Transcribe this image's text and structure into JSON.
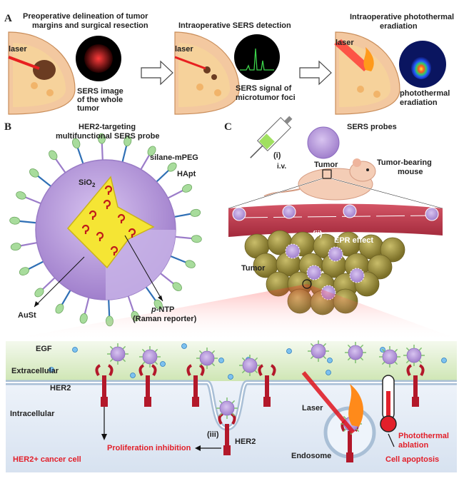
{
  "panel_a": {
    "letter": "A",
    "step1_title_line1": "Preoperative delineation of tumor",
    "step1_title_line2": "margins and surgical resection",
    "step1_laser": "laser",
    "step1_caption_line1": "SERS image",
    "step1_caption_line2": "of the whole",
    "step1_caption_line3": "tumor",
    "step2_title": "Intraoperative SERS detection",
    "step2_laser": "laser",
    "step2_caption_line1": "SERS signal of",
    "step2_caption_line2": "microtumor foci",
    "step3_title_line1": "Intraoperative photothermal",
    "step3_title_line2": "eradiation",
    "step3_laser": "laser",
    "step3_caption_line1": "photothermal",
    "step3_caption_line2": "eradiation"
  },
  "panel_b": {
    "letter": "B",
    "title_line1": "HER2-targeting",
    "title_line2": "multifunctional SERS probe",
    "silane": "silane-mPEG",
    "hapt": "HApt",
    "sio2": "SiO",
    "sio2_sub": "2",
    "aust": "AuSt",
    "pntp_italic": "p",
    "pntp_rest": "-NTP",
    "raman": "(Raman reporter)"
  },
  "panel_c": {
    "letter": "C",
    "sers_probes": "SERS probes",
    "step_i": "(i)",
    "iv": "i.v.",
    "tumor_top": "Tumor",
    "mouse_line1": "Tumor-bearing",
    "mouse_line2": "mouse",
    "step_ii": "(ii)",
    "epr": "EPR effect",
    "tumor": "Tumor"
  },
  "bottom": {
    "egf": "EGF",
    "extracellular": "Extracellular",
    "her2_left": "HER2",
    "intracellular": "Intracellular",
    "laser": "Laser",
    "step_iii": "(iii)",
    "her2_mid": "HER2",
    "prolif": "Proliferation inhibition",
    "endosome": "Endosome",
    "photothermal_line1": "Photothermal",
    "photothermal_line2": "ablation",
    "apoptosis": "Cell apoptosis",
    "cancer_cell": "HER2+ cancer cell"
  },
  "colors": {
    "accent_red": "#e2202a",
    "probe_purple": "#b79ad9",
    "tumor_olive": "#9a8e3a",
    "vessel_red": "#c2384a",
    "extracellular_green": "#d9ecc4",
    "intracellular_blue": "#e4ecf6"
  }
}
